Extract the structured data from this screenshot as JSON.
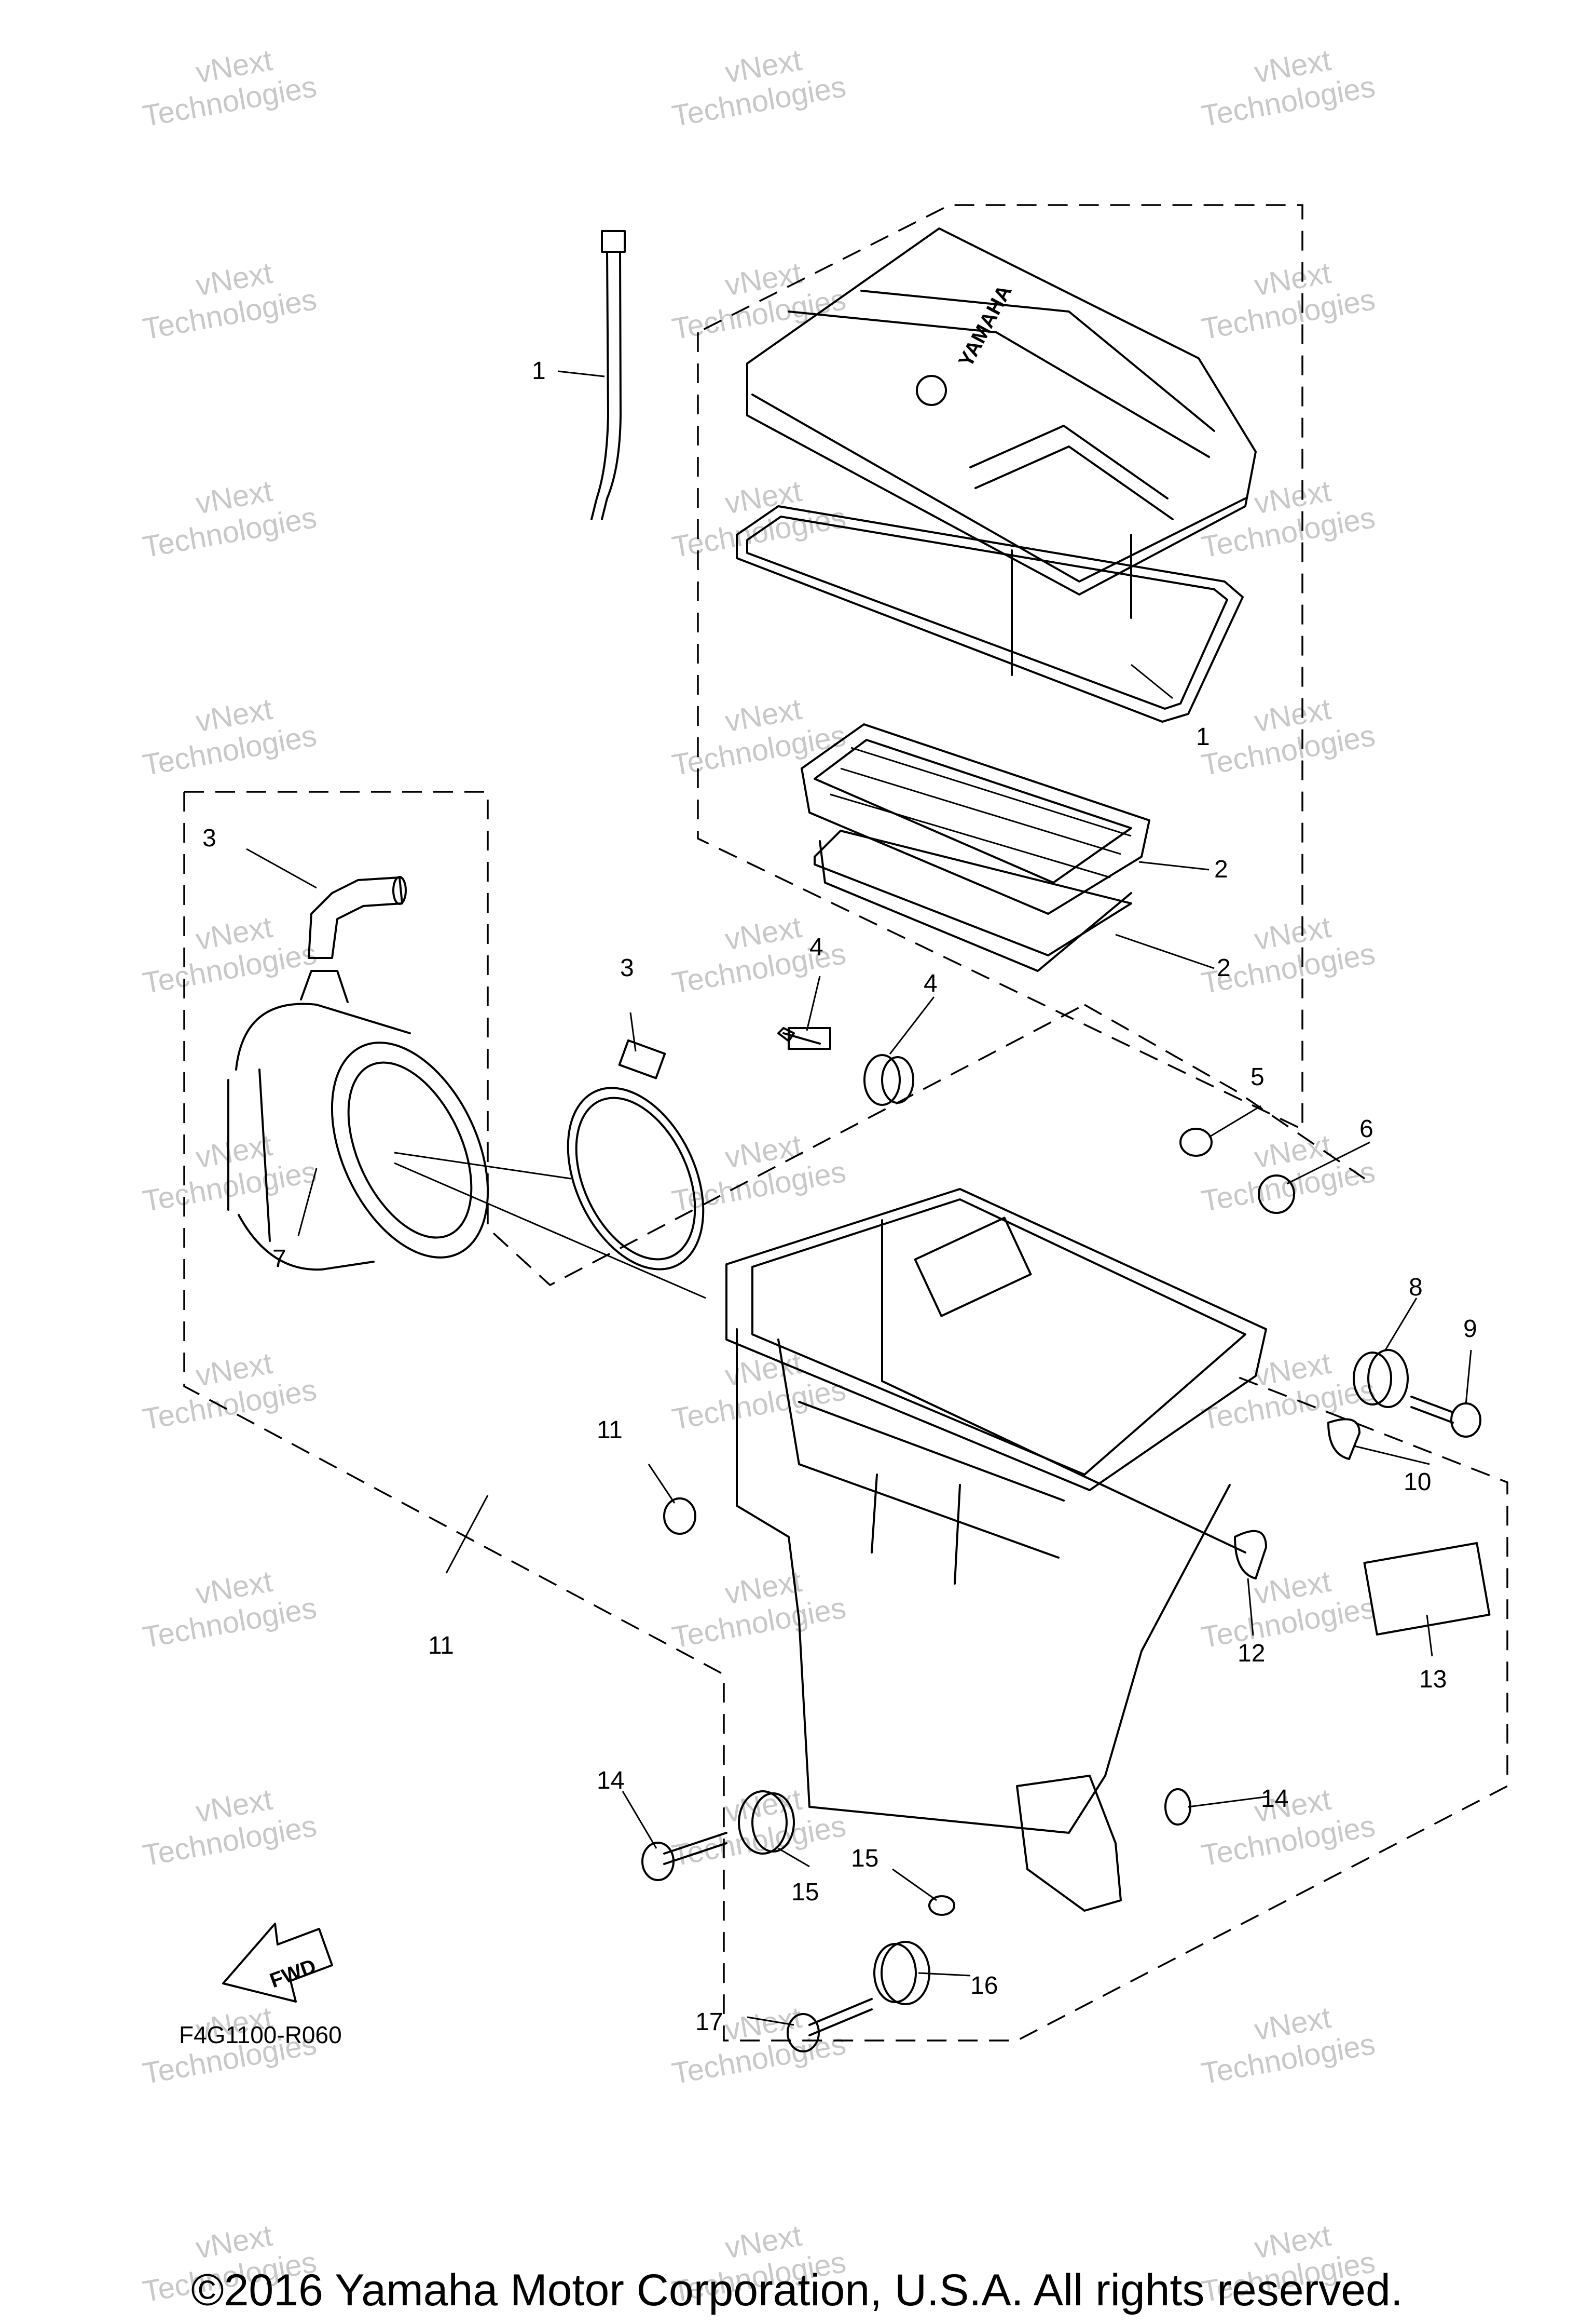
{
  "diagram": {
    "callouts": [
      "1",
      "1",
      "2",
      "2",
      "3",
      "3",
      "4",
      "4",
      "5",
      "6",
      "7",
      "8",
      "9",
      "10",
      "11",
      "11",
      "12",
      "13",
      "14",
      "14",
      "15",
      "15",
      "16",
      "17"
    ],
    "part_code": "F4G1100-R060",
    "fwd_label": "FWD",
    "cover_brand": "YAMAHA",
    "watermark_line1": "vNext",
    "watermark_line2": "Technologies"
  },
  "footer": {
    "copyright": "©2016 Yamaha Motor Corporation, U.S.A. All rights reserved."
  }
}
